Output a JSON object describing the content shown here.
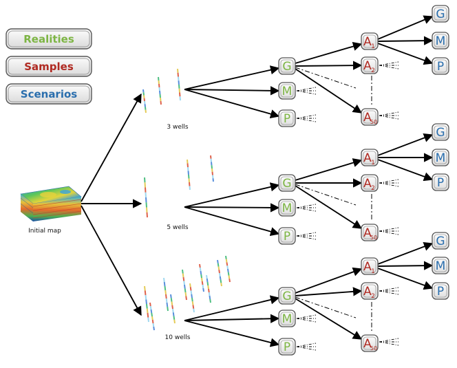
{
  "legend": {
    "realities": "Realities",
    "samples": "Samples",
    "scenarios": "Scenarios"
  },
  "colors": {
    "realities": "#7db544",
    "samples": "#b02a22",
    "scenarios": "#2a6ead",
    "arrow": "#000000",
    "box_fill": "#ececec",
    "box_border": "#555555"
  },
  "initial_map_label": "Initial map",
  "branches": [
    {
      "wells_label": "3 wells"
    },
    {
      "wells_label": "5 wells"
    },
    {
      "wells_label": "10 wells"
    }
  ],
  "node_letters": {
    "g": "G",
    "m": "M",
    "p": "P",
    "a": "A"
  },
  "sample_subscripts": [
    "1",
    "2",
    "50"
  ]
}
